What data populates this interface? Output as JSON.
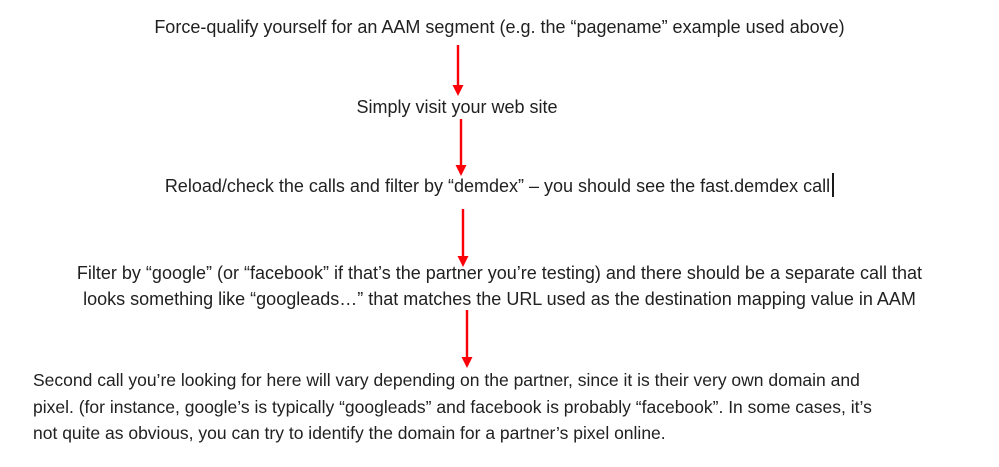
{
  "page": {
    "background": "#ffffff",
    "text_color": "#212121",
    "arrow_color": "#fb0007",
    "caret_color": "#1a1a1a",
    "text_cursor_visible": true
  },
  "flow": {
    "description": "vertical-instruction-flow-with-red-down-arrows",
    "steps": [
      {
        "id": "step-1",
        "lines": [
          "Force-qualify yourself for an AAM segment (e.g. the “pagename” example used above)"
        ]
      },
      {
        "id": "step-2",
        "lines": [
          "Simply visit your web site"
        ]
      },
      {
        "id": "step-3",
        "lines": [
          "Reload/check the calls and filter by “demdex” – you should see the fast.demdex call"
        ],
        "caret_after_text": true
      },
      {
        "id": "step-4",
        "lines": [
          "Filter by “google” (or “facebook” if that’s the partner you’re testing) and there should be a separate call that",
          "looks something like “googleads…” that matches the URL used as the destination mapping value in AAM"
        ]
      },
      {
        "id": "step-5",
        "lines": [
          "Second call you’re looking for here will vary depending on the partner, since it is their very own domain and",
          "pixel. (for instance, google’s is typically “googleads” and facebook is probably “facebook”. In some cases, it’s",
          "not quite as obvious, you can try to identify the domain for a partner’s pixel online."
        ]
      }
    ],
    "connectors": [
      {
        "name": "arrow-1",
        "direction": "down"
      },
      {
        "name": "arrow-2",
        "direction": "down"
      },
      {
        "name": "arrow-3",
        "direction": "down"
      },
      {
        "name": "arrow-4",
        "direction": "down"
      }
    ]
  }
}
